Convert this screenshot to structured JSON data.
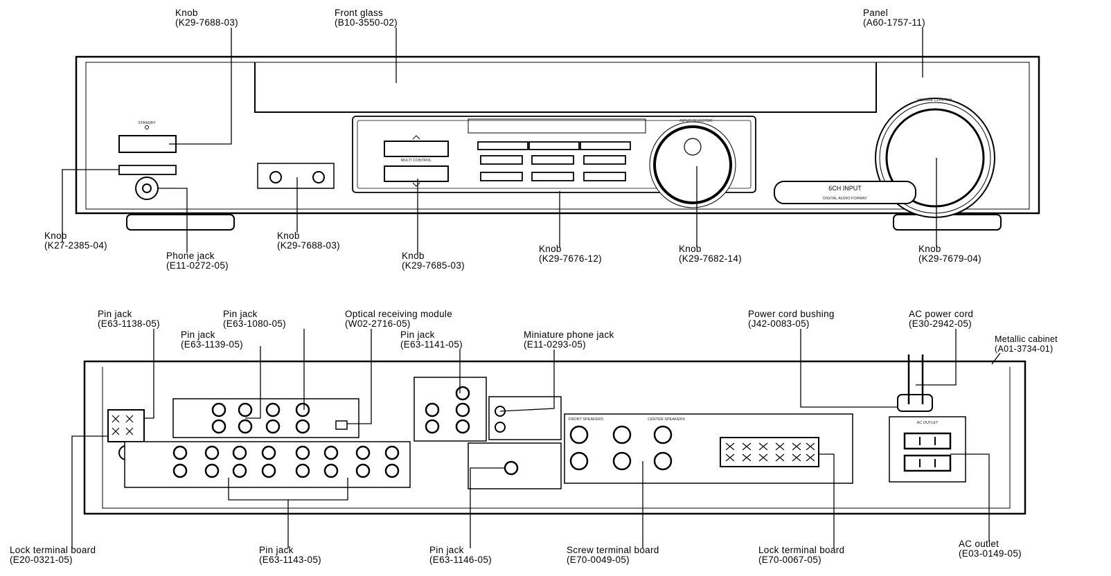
{
  "front": {
    "callouts": [
      {
        "id": "knob-standby",
        "name": "Knob",
        "part": "(K29-7688-03)"
      },
      {
        "id": "front-glass",
        "name": "Front glass",
        "part": "(B10-3550-02)"
      },
      {
        "id": "panel",
        "name": "Panel",
        "part": "(A60-1757-11)"
      },
      {
        "id": "knob-speakers",
        "name": "Knob",
        "part": "(K27-2385-04)"
      },
      {
        "id": "phone-jack",
        "name": "Phone jack",
        "part": "(E11-0272-05)"
      },
      {
        "id": "knob-tape",
        "name": "Knob",
        "part": "(K29-7688-03)"
      },
      {
        "id": "knob-multi",
        "name": "Knob",
        "part": "(K29-7685-03)"
      },
      {
        "id": "knob-buttons",
        "name": "Knob",
        "part": "(K29-7676-12)"
      },
      {
        "id": "knob-input",
        "name": "Knob",
        "part": "(K29-7682-14)"
      },
      {
        "id": "knob-volume",
        "name": "Knob",
        "part": "(K29-7679-04)"
      }
    ],
    "badge": [
      "6CH INPUT",
      "DIGITAL AUDIO FORMAT"
    ],
    "faint_labels": {
      "standby": "STANDBY",
      "input_selector": "INPUT SELECTOR",
      "volume_control": "VOLUME CONTROL",
      "multi_control": "MULTI CONTROL"
    }
  },
  "rear": {
    "callouts": [
      {
        "id": "pin-jack-1138",
        "name": "Pin jack",
        "part": "(E63-1138-05)"
      },
      {
        "id": "pin-jack-1080",
        "name": "Pin jack",
        "part": "(E63-1080-05)"
      },
      {
        "id": "optical-module",
        "name": "Optical receiving module",
        "part": "(W02-2716-05)"
      },
      {
        "id": "pin-jack-1139",
        "name": "Pin jack",
        "part": "(E63-1139-05)"
      },
      {
        "id": "pin-jack-1141",
        "name": "Pin jack",
        "part": "(E63-1141-05)"
      },
      {
        "id": "mini-phone-jack",
        "name": "Miniature phone jack",
        "part": "(E11-0293-05)"
      },
      {
        "id": "power-cord-bushing",
        "name": "Power cord bushing",
        "part": "(J42-0083-05)"
      },
      {
        "id": "ac-power-cord",
        "name": "AC power cord",
        "part": "(E30-2942-05)"
      },
      {
        "id": "metallic-cabinet",
        "name": "Metallic cabinet",
        "part": "(A01-3734-01)"
      },
      {
        "id": "lock-terminal-0321",
        "name": "Lock terminal board",
        "part": "(E20-0321-05)"
      },
      {
        "id": "pin-jack-1143",
        "name": "Pin jack",
        "part": "(E63-1143-05)"
      },
      {
        "id": "pin-jack-1146",
        "name": "Pin jack",
        "part": "(E63-1146-05)"
      },
      {
        "id": "screw-terminal",
        "name": "Screw terminal board",
        "part": "(E70-0049-05)"
      },
      {
        "id": "lock-terminal-0067",
        "name": "Lock terminal board",
        "part": "(E70-0067-05)"
      },
      {
        "id": "ac-outlet",
        "name": "AC outlet",
        "part": "(E03-0149-05)"
      }
    ],
    "faint_labels": {
      "ac_outlet": "AC OUTLET",
      "front_speakers": "FRONT SPEAKERS",
      "center_speakers": "CENTER SPEAKERS"
    }
  },
  "colors": {
    "ink": "#000000",
    "paper": "#ffffff",
    "line_gray": "#333333"
  }
}
